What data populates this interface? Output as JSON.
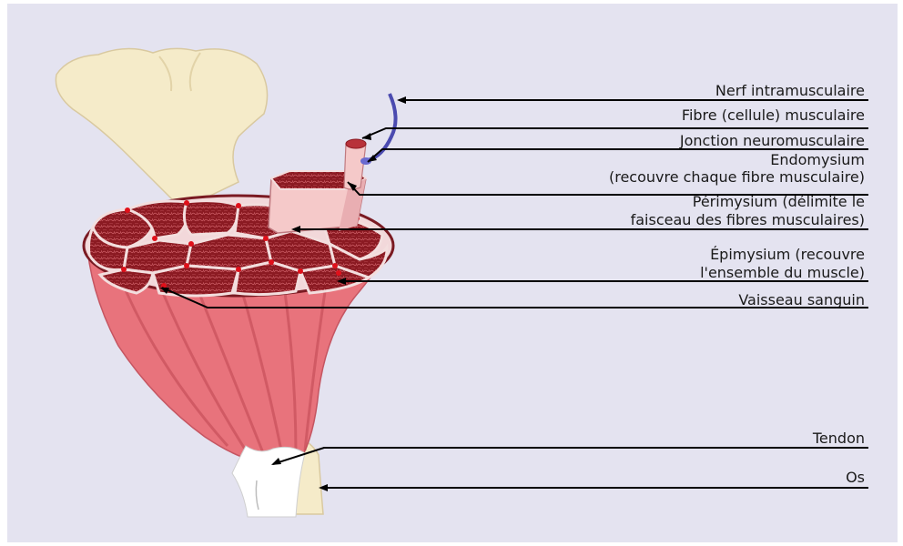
{
  "labels": {
    "nerve": "Nerf intramusculaire",
    "fiber": "Fibre (cellule) musculaire",
    "junction": "Jonction neuromusculaire",
    "endomysium_1": "Endomysium",
    "endomysium_2": "(recouvre chaque fibre musculaire)",
    "perimysium_1": "Périmysium (délimite le",
    "perimysium_2": "faisceau des fibres musculaires)",
    "epimysium_1": "Épimysium (recouvre",
    "epimysium_2": "l'ensemble du muscle)",
    "vessel": "Vaisseau sanguin",
    "tendon": "Tendon",
    "bone": "Os"
  },
  "colors": {
    "background": "#e4e3f0",
    "bone": "#f5ebc9",
    "muscle": "#e8737c",
    "fascicle": "#8b1a22",
    "nerve": "#4b4bb0"
  }
}
